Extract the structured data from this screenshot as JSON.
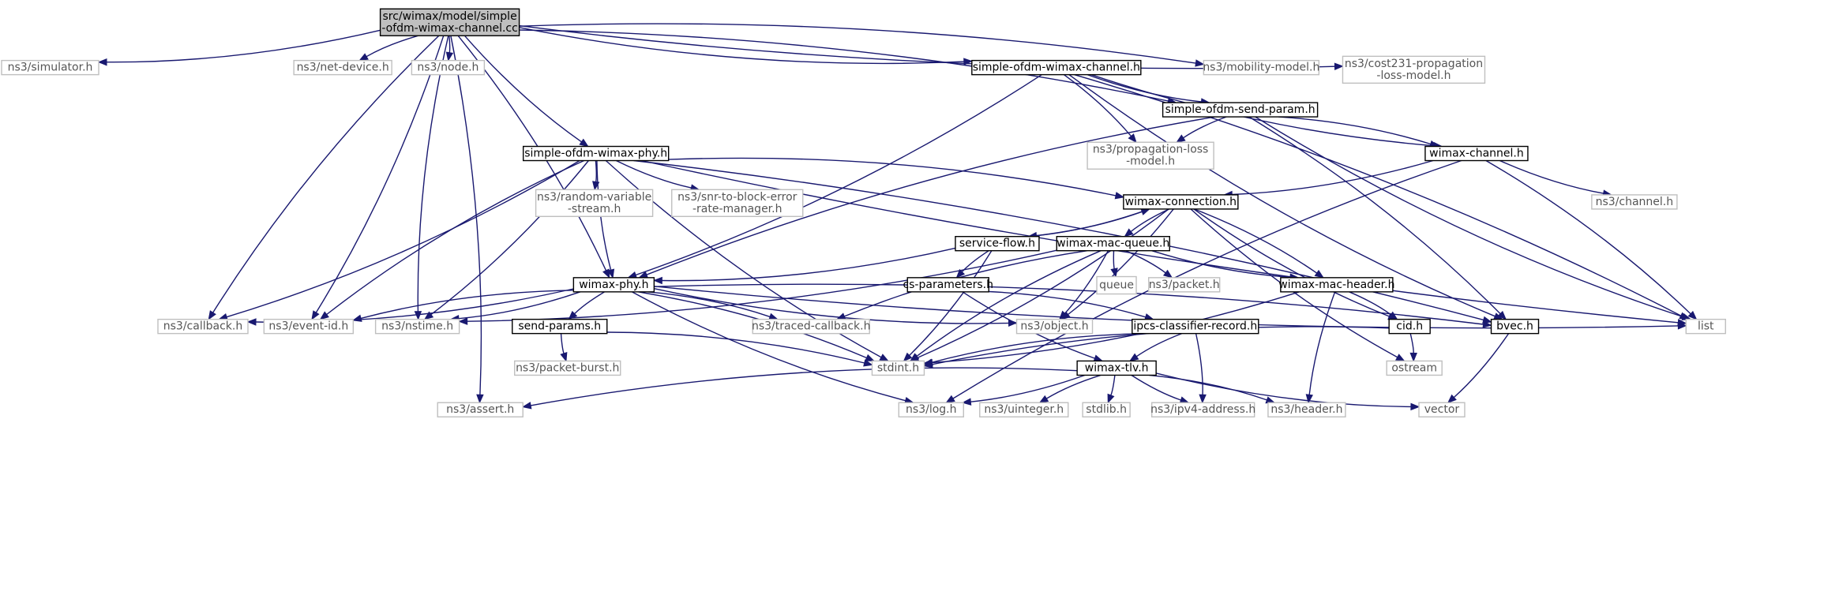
{
  "graph": {
    "nodes": [
      {
        "id": "root",
        "lines": [
          "src/wimax/model/simple",
          "-ofdm-wimax-channel.cc"
        ],
        "kind": "root"
      },
      {
        "id": "simulator",
        "lines": [
          "ns3/simulator.h"
        ],
        "kind": "ext"
      },
      {
        "id": "netdevice",
        "lines": [
          "ns3/net-device.h"
        ],
        "kind": "ext"
      },
      {
        "id": "node",
        "lines": [
          "ns3/node.h"
        ],
        "kind": "ext"
      },
      {
        "id": "sowc",
        "lines": [
          "simple-ofdm-wimax-channel.h"
        ],
        "kind": "doc"
      },
      {
        "id": "mobility",
        "lines": [
          "ns3/mobility-model.h"
        ],
        "kind": "ext"
      },
      {
        "id": "cost231",
        "lines": [
          "ns3/cost231-propagation",
          "-loss-model.h"
        ],
        "kind": "ext"
      },
      {
        "id": "sosp",
        "lines": [
          "simple-ofdm-send-param.h"
        ],
        "kind": "doc"
      },
      {
        "id": "sowp",
        "lines": [
          "simple-ofdm-wimax-phy.h"
        ],
        "kind": "doc"
      },
      {
        "id": "proploss",
        "lines": [
          "ns3/propagation-loss",
          "-model.h"
        ],
        "kind": "ext"
      },
      {
        "id": "wchan",
        "lines": [
          "wimax-channel.h"
        ],
        "kind": "doc"
      },
      {
        "id": "rvs",
        "lines": [
          "ns3/random-variable",
          "-stream.h"
        ],
        "kind": "ext"
      },
      {
        "id": "snr",
        "lines": [
          "ns3/snr-to-block-error",
          "-rate-manager.h"
        ],
        "kind": "ext"
      },
      {
        "id": "wconn",
        "lines": [
          "wimax-connection.h"
        ],
        "kind": "doc"
      },
      {
        "id": "channel",
        "lines": [
          "ns3/channel.h"
        ],
        "kind": "ext"
      },
      {
        "id": "sflow",
        "lines": [
          "service-flow.h"
        ],
        "kind": "doc"
      },
      {
        "id": "wmq",
        "lines": [
          "wimax-mac-queue.h"
        ],
        "kind": "doc"
      },
      {
        "id": "wphy",
        "lines": [
          "wimax-phy.h"
        ],
        "kind": "doc"
      },
      {
        "id": "queue",
        "lines": [
          "queue"
        ],
        "kind": "ext"
      },
      {
        "id": "packet",
        "lines": [
          "ns3/packet.h"
        ],
        "kind": "ext"
      },
      {
        "id": "wmh",
        "lines": [
          "wimax-mac-header.h"
        ],
        "kind": "doc"
      },
      {
        "id": "csp",
        "lines": [
          "cs-parameters.h"
        ],
        "kind": "doc"
      },
      {
        "id": "callback",
        "lines": [
          "ns3/callback.h"
        ],
        "kind": "ext"
      },
      {
        "id": "eventid",
        "lines": [
          "ns3/event-id.h"
        ],
        "kind": "ext"
      },
      {
        "id": "nstime",
        "lines": [
          "ns3/nstime.h"
        ],
        "kind": "ext"
      },
      {
        "id": "sendp",
        "lines": [
          "send-params.h"
        ],
        "kind": "doc"
      },
      {
        "id": "traced",
        "lines": [
          "ns3/traced-callback.h"
        ],
        "kind": "ext"
      },
      {
        "id": "object",
        "lines": [
          "ns3/object.h"
        ],
        "kind": "ext"
      },
      {
        "id": "ipcs",
        "lines": [
          "ipcs-classifier-record.h"
        ],
        "kind": "doc"
      },
      {
        "id": "cid",
        "lines": [
          "cid.h"
        ],
        "kind": "doc"
      },
      {
        "id": "bvec",
        "lines": [
          "bvec.h"
        ],
        "kind": "doc"
      },
      {
        "id": "list",
        "lines": [
          "list"
        ],
        "kind": "ext"
      },
      {
        "id": "pburst",
        "lines": [
          "ns3/packet-burst.h"
        ],
        "kind": "ext"
      },
      {
        "id": "stdint",
        "lines": [
          "stdint.h"
        ],
        "kind": "ext"
      },
      {
        "id": "ostream",
        "lines": [
          "ostream"
        ],
        "kind": "ext"
      },
      {
        "id": "wtlv",
        "lines": [
          "wimax-tlv.h"
        ],
        "kind": "doc"
      },
      {
        "id": "assert",
        "lines": [
          "ns3/assert.h"
        ],
        "kind": "ext"
      },
      {
        "id": "log",
        "lines": [
          "ns3/log.h"
        ],
        "kind": "ext"
      },
      {
        "id": "uinteger",
        "lines": [
          "ns3/uinteger.h"
        ],
        "kind": "ext"
      },
      {
        "id": "stdlib",
        "lines": [
          "stdlib.h"
        ],
        "kind": "ext"
      },
      {
        "id": "ipv4",
        "lines": [
          "ns3/ipv4-address.h"
        ],
        "kind": "ext"
      },
      {
        "id": "header",
        "lines": [
          "ns3/header.h"
        ],
        "kind": "ext"
      },
      {
        "id": "vector",
        "lines": [
          "vector"
        ],
        "kind": "ext"
      }
    ],
    "edges": [
      [
        "root",
        "simulator"
      ],
      [
        "root",
        "netdevice"
      ],
      [
        "root",
        "node"
      ],
      [
        "root",
        "sowc"
      ],
      [
        "root",
        "mobility"
      ],
      [
        "root",
        "cost231"
      ],
      [
        "root",
        "sosp"
      ],
      [
        "root",
        "sowp"
      ],
      [
        "root",
        "wphy"
      ],
      [
        "root",
        "callback"
      ],
      [
        "root",
        "eventid"
      ],
      [
        "root",
        "nstime"
      ],
      [
        "root",
        "assert"
      ],
      [
        "sowc",
        "sosp"
      ],
      [
        "sowc",
        "proploss"
      ],
      [
        "sowc",
        "wchan"
      ],
      [
        "sowc",
        "wphy"
      ],
      [
        "sowc",
        "bvec"
      ],
      [
        "sowc",
        "list"
      ],
      [
        "sosp",
        "proploss"
      ],
      [
        "sosp",
        "wchan"
      ],
      [
        "sosp",
        "wphy"
      ],
      [
        "sosp",
        "bvec"
      ],
      [
        "sosp",
        "list"
      ],
      [
        "sowp",
        "rvs"
      ],
      [
        "sowp",
        "snr"
      ],
      [
        "sowp",
        "wconn"
      ],
      [
        "sowp",
        "wphy"
      ],
      [
        "sowp",
        "callback"
      ],
      [
        "sowp",
        "eventid"
      ],
      [
        "sowp",
        "nstime"
      ],
      [
        "sowp",
        "stdint"
      ],
      [
        "sowp",
        "bvec"
      ],
      [
        "sowp",
        "list"
      ],
      [
        "wchan",
        "wconn"
      ],
      [
        "wchan",
        "channel"
      ],
      [
        "wchan",
        "list"
      ],
      [
        "wchan",
        "log"
      ],
      [
        "wconn",
        "sflow"
      ],
      [
        "wconn",
        "wmq"
      ],
      [
        "wconn",
        "wmh"
      ],
      [
        "wconn",
        "cid"
      ],
      [
        "wconn",
        "object"
      ],
      [
        "wconn",
        "ostream"
      ],
      [
        "wconn",
        "stdint"
      ],
      [
        "sflow",
        "wconn"
      ],
      [
        "sflow",
        "wphy"
      ],
      [
        "sflow",
        "csp"
      ],
      [
        "sflow",
        "stdint"
      ],
      [
        "wmq",
        "queue"
      ],
      [
        "wmq",
        "packet"
      ],
      [
        "wmq",
        "wmh"
      ],
      [
        "wmq",
        "object"
      ],
      [
        "wmq",
        "traced"
      ],
      [
        "wmq",
        "nstime"
      ],
      [
        "wmq",
        "stdint"
      ],
      [
        "wphy",
        "callback"
      ],
      [
        "wphy",
        "eventid"
      ],
      [
        "wphy",
        "nstime"
      ],
      [
        "wphy",
        "sendp"
      ],
      [
        "wphy",
        "traced"
      ],
      [
        "wphy",
        "object"
      ],
      [
        "wphy",
        "bvec"
      ],
      [
        "wphy",
        "list"
      ],
      [
        "wphy",
        "stdint"
      ],
      [
        "wphy",
        "log"
      ],
      [
        "csp",
        "ipcs"
      ],
      [
        "csp",
        "wtlv"
      ],
      [
        "wmh",
        "cid"
      ],
      [
        "wmh",
        "header"
      ],
      [
        "wmh",
        "stdint"
      ],
      [
        "ipcs",
        "wtlv"
      ],
      [
        "ipcs",
        "ipv4"
      ],
      [
        "ipcs",
        "stdint"
      ],
      [
        "cid",
        "ostream"
      ],
      [
        "cid",
        "stdint"
      ],
      [
        "bvec",
        "vector"
      ],
      [
        "sendp",
        "pburst"
      ],
      [
        "sendp",
        "stdint"
      ],
      [
        "wtlv",
        "assert"
      ],
      [
        "wtlv",
        "log"
      ],
      [
        "wtlv",
        "uinteger"
      ],
      [
        "wtlv",
        "stdlib"
      ],
      [
        "wtlv",
        "ipv4"
      ],
      [
        "wtlv",
        "header"
      ],
      [
        "wtlv",
        "vector"
      ]
    ]
  }
}
